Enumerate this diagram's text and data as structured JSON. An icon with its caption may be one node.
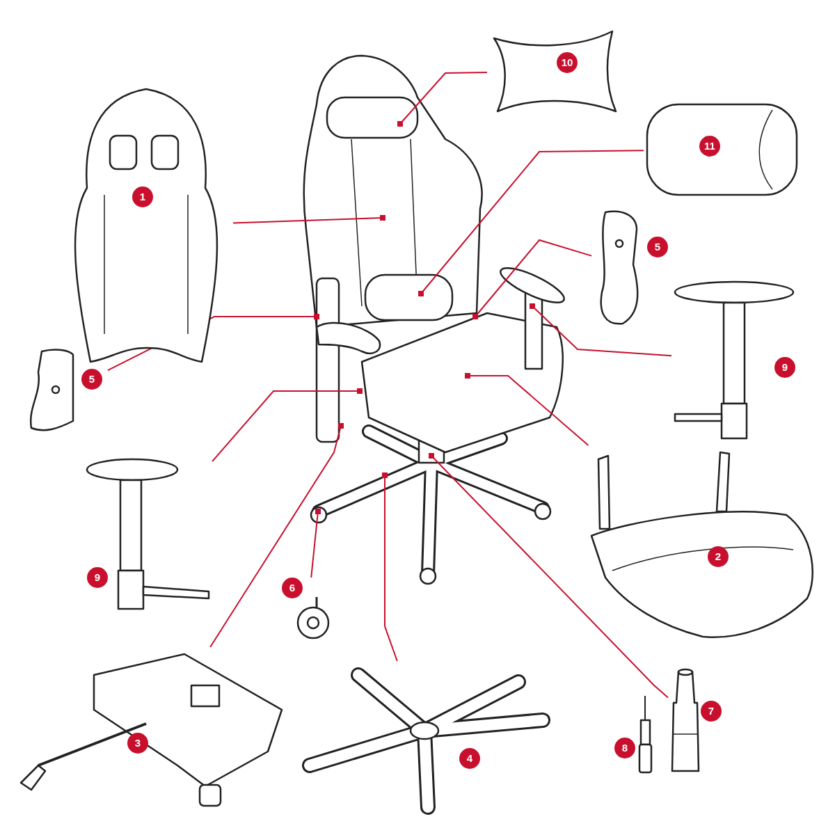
{
  "diagram": {
    "nodes": [
      {
        "text": [
          "1"
        ]
      },
      {
        "text": [
          "10"
        ]
      },
      {
        "text": [
          "11"
        ]
      },
      {
        "text": [
          "5"
        ]
      },
      {
        "text": [
          "9"
        ]
      },
      {
        "text": [
          "2"
        ]
      },
      {
        "text": [
          "5"
        ]
      },
      {
        "text": [
          "9"
        ]
      },
      {
        "text": [
          "3"
        ]
      },
      {
        "text": [
          "4"
        ]
      },
      {
        "text": [
          "6"
        ]
      },
      {
        "text": [
          "7"
        ]
      },
      {
        "text": [
          "8"
        ]
      }
    ],
    "edges": [
      {
        "from": 0,
        "to": null,
        "arrow": "other"
      },
      {
        "from": 1,
        "to": null,
        "arrow": "other"
      },
      {
        "from": 2,
        "to": null,
        "arrow": "other"
      },
      {
        "from": 3,
        "to": null,
        "arrow": "other"
      },
      {
        "from": 4,
        "to": null,
        "arrow": "other"
      },
      {
        "from": 5,
        "to": null,
        "arrow": "other"
      },
      {
        "from": 6,
        "to": null,
        "arrow": "other"
      },
      {
        "from": 7,
        "to": null,
        "arrow": "other"
      },
      {
        "from": 8,
        "to": null,
        "arrow": "other"
      },
      {
        "from": 9,
        "to": null,
        "arrow": "other"
      },
      {
        "from": 10,
        "to": null,
        "arrow": "other"
      },
      {
        "from": 11,
        "to": null,
        "arrow": "other"
      }
    ]
  }
}
